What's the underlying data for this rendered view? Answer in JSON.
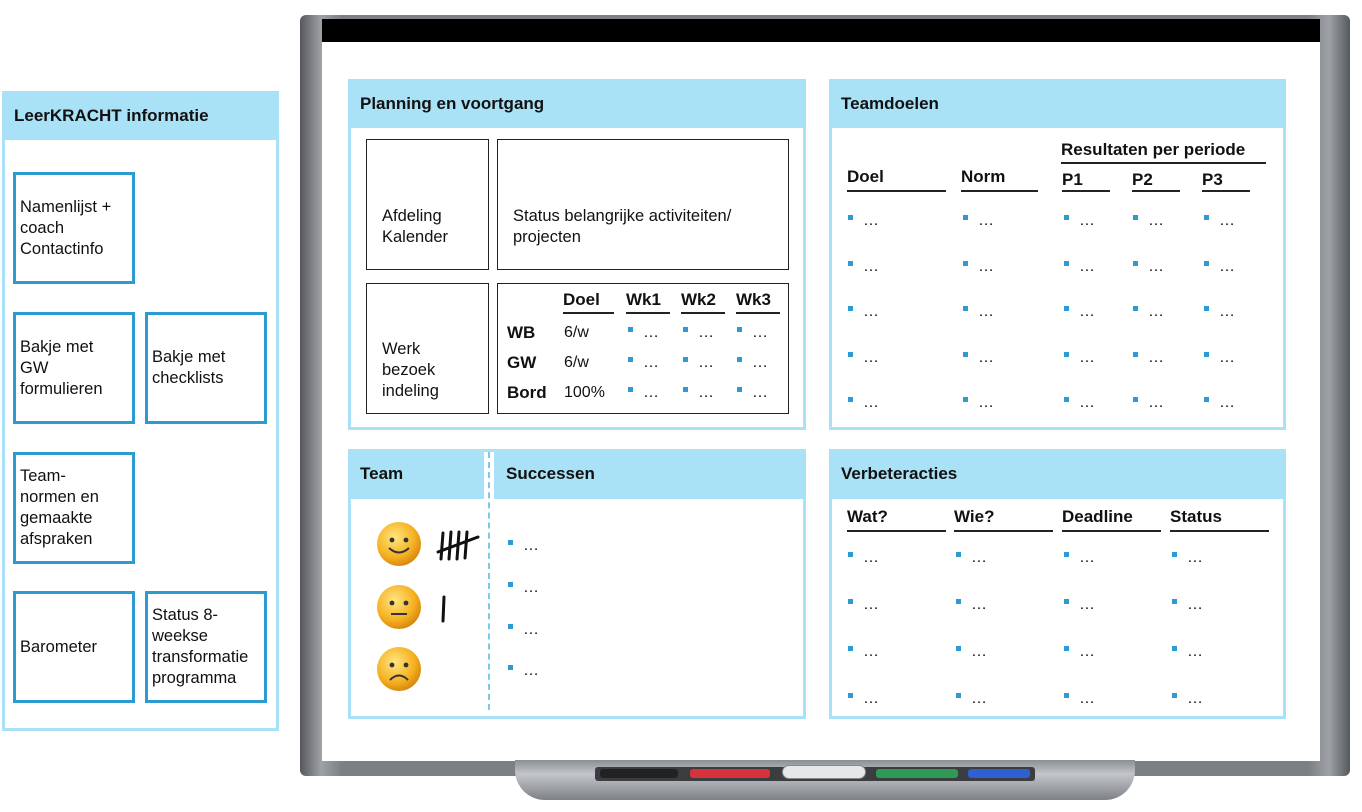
{
  "sidebar": {
    "title": "LeerKRACHT informatie",
    "cards": {
      "namenlijst": "Namenlijst +\ncoach\nContactinfo",
      "bakje_gw": "Bakje met\nGW\nformulieren",
      "bakje_checklists": "Bakje met\nchecklists",
      "teamnormen": "Team-\nnormen en\ngemaakte\nafspraken",
      "barometer": "Barometer",
      "status8": "Status 8-\nweekse\ntransformatie\nprogramma"
    }
  },
  "planning": {
    "title": "Planning en voortgang",
    "afdeling": "Afdeling\nKalender",
    "status": "Status belangrijke activiteiten/\nprojecten",
    "werk": "Werk\nbezoek\nindeling",
    "table": {
      "headers": [
        "Doel",
        "Wk1",
        "Wk2",
        "Wk3"
      ],
      "rows": [
        {
          "label": "WB",
          "doel": "6/w",
          "w1": "…",
          "w2": "…",
          "w3": "…"
        },
        {
          "label": "GW",
          "doel": "6/w",
          "w1": "…",
          "w2": "…",
          "w3": "…"
        },
        {
          "label": "Bord",
          "doel": "100%",
          "w1": "…",
          "w2": "…",
          "w3": "…"
        }
      ]
    }
  },
  "teamdoelen": {
    "title": "Teamdoelen",
    "group_header": "Resultaten per periode",
    "headers": [
      "Doel",
      "Norm",
      "P1",
      "P2",
      "P3"
    ],
    "rows": [
      [
        "…",
        "…",
        "…",
        "…",
        "…"
      ],
      [
        "…",
        "…",
        "…",
        "…",
        "…"
      ],
      [
        "…",
        "…",
        "…",
        "…",
        "…"
      ],
      [
        "…",
        "…",
        "…",
        "…",
        "…"
      ],
      [
        "…",
        "…",
        "…",
        "…",
        "…"
      ]
    ]
  },
  "team": {
    "title": "Team",
    "moods": [
      {
        "face": "happy-face-icon",
        "tally": 5
      },
      {
        "face": "neutral-face-icon",
        "tally": 1
      },
      {
        "face": "sad-face-icon",
        "tally": 0
      }
    ]
  },
  "successen": {
    "title": "Successen",
    "items": [
      "…",
      "…",
      "…",
      "…"
    ]
  },
  "verbeteracties": {
    "title": "Verbeteracties",
    "headers": [
      "Wat?",
      "Wie?",
      "Deadline",
      "Status"
    ],
    "rows": [
      [
        "…",
        "…",
        "…",
        "…"
      ],
      [
        "…",
        "…",
        "…",
        "…"
      ],
      [
        "…",
        "…",
        "…",
        "…"
      ],
      [
        "…",
        "…",
        "…",
        "…"
      ]
    ]
  },
  "colors": {
    "header_bg": "#a9e1f6",
    "card_border": "#2d9ad1",
    "bullet": "#2d9ad1",
    "frame": "#6b6e73",
    "marker_red": "#d8323c",
    "marker_green": "#2e9a55",
    "marker_blue": "#2f5fd0"
  }
}
